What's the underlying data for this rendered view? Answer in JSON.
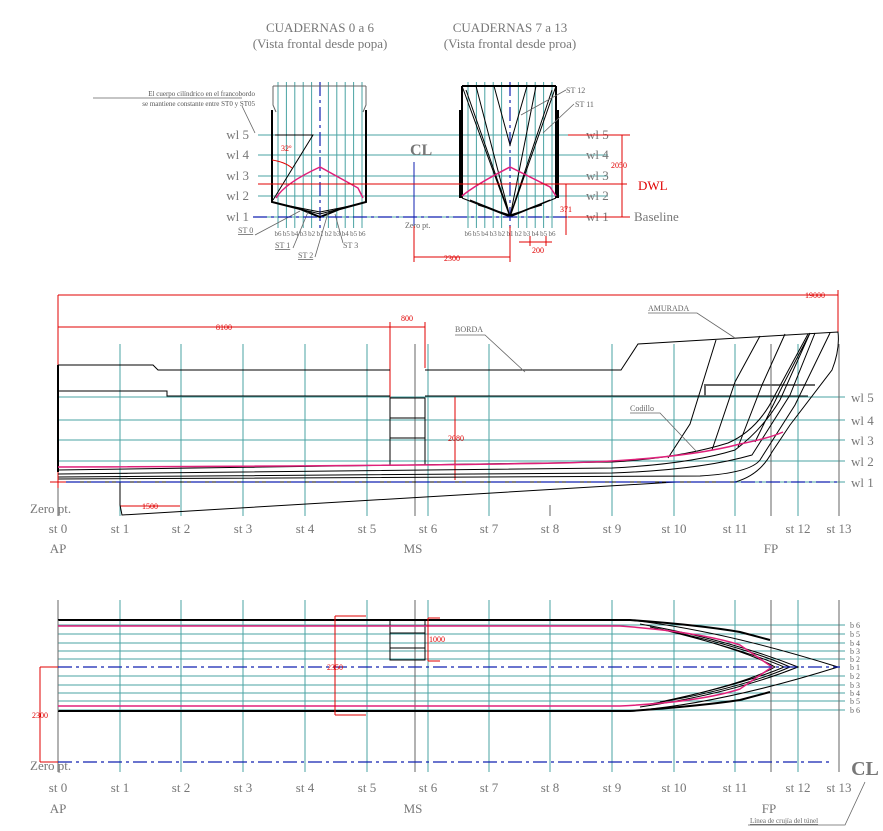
{
  "body_plan": {
    "aft_title": "CUADERNAS 0 a 6",
    "aft_subtitle": "(Vista frontal desde popa)",
    "fwd_title": "CUADERNAS 7 a 13",
    "fwd_subtitle": "(Vista frontal desde proa)",
    "note_line1": "El cuerpo cilíndrico en el francobordo",
    "note_line2": "se mantiene constante entre ST0 y ST05",
    "angle": "32º",
    "waterlines": [
      "wl 5",
      "wl 4",
      "wl 3",
      "wl 2",
      "wl 1"
    ],
    "aft_station_labels": [
      "ST 0",
      "ST 1",
      "ST 2",
      "ST 3"
    ],
    "fwd_station_labels": [
      "ST 12",
      "ST 11"
    ],
    "buttocks": [
      "b6",
      "b5",
      "b4",
      "b3",
      "b2",
      "b1",
      "b2",
      "b3",
      "b4",
      "b5",
      "b6"
    ],
    "centerline_symbol": "CL",
    "zero_pt": "Zero pt.",
    "dwl": "DWL",
    "baseline": "Baseline",
    "dim_2050": "2050",
    "dim_371": "371",
    "dim_2300": "2300",
    "dim_200": "200"
  },
  "profile": {
    "dim_total": "19000",
    "dim_8100": "8100",
    "dim_800": "800",
    "dim_2080": "2080",
    "dim_1500": "1500",
    "borda": "BORDA",
    "amurada": "AMURADA",
    "codillo": "Codillo",
    "zero_pt": "Zero pt.",
    "waterlines": [
      "wl 5",
      "wl 4",
      "wl 3",
      "wl 2",
      "wl 1"
    ],
    "stations": [
      "st 0",
      "st 1",
      "st 2",
      "st 3",
      "st 4",
      "st 5",
      "st 6",
      "st 7",
      "st 8",
      "st 9",
      "st 10",
      "st 11",
      "st 12",
      "st 13"
    ],
    "markers": {
      "ap": "AP",
      "ms": "MS",
      "fp": "FP"
    }
  },
  "plan": {
    "dim_2350": "2350",
    "dim_1000": "1000",
    "dim_2300": "2300",
    "zero_pt": "Zero pt.",
    "buttocks": [
      "b 6",
      "b 5",
      "b 4",
      "b 3",
      "b 2",
      "b 1",
      "b 2",
      "b 3",
      "b 4",
      "b 5",
      "b 6"
    ],
    "stations": [
      "st 0",
      "st 1",
      "st 2",
      "st 3",
      "st 4",
      "st 5",
      "st 6",
      "st 7",
      "st 8",
      "st 9",
      "st 10",
      "st 11",
      "st 12",
      "st 13"
    ],
    "markers": {
      "ap": "AP",
      "ms": "MS",
      "fp": "FP"
    },
    "centerline_symbol": "CL",
    "tunnel_note": "Línea de crujía del túnel"
  },
  "colors": {
    "grid": "#4aa3a3",
    "dimension": "#e00000",
    "chine": "#e0207a",
    "centerline": "#1020b0"
  }
}
